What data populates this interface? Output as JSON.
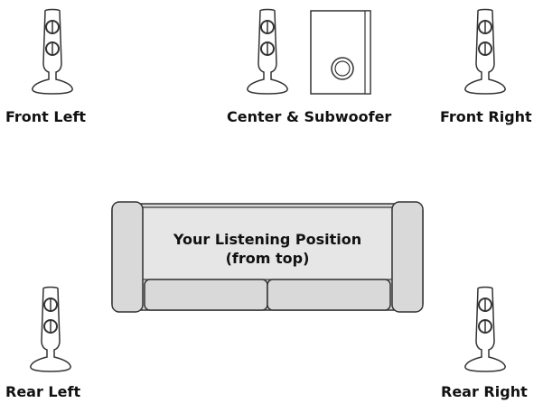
{
  "speakers": {
    "front_left": {
      "label": "Front Left"
    },
    "center_subwoofer": {
      "label": "Center & Subwoofer"
    },
    "front_right": {
      "label": "Front Right"
    },
    "rear_left": {
      "label": "Rear Left"
    },
    "rear_right": {
      "label": "Rear Right"
    }
  },
  "sofa": {
    "line1": "Your Listening Position",
    "line2": "(from top)"
  },
  "colors": {
    "outline": "#333333",
    "speaker_fill": "#ffffff",
    "sofa_fill": "#d9d9d9",
    "sofa_seat_fill": "#e6e6e6"
  }
}
